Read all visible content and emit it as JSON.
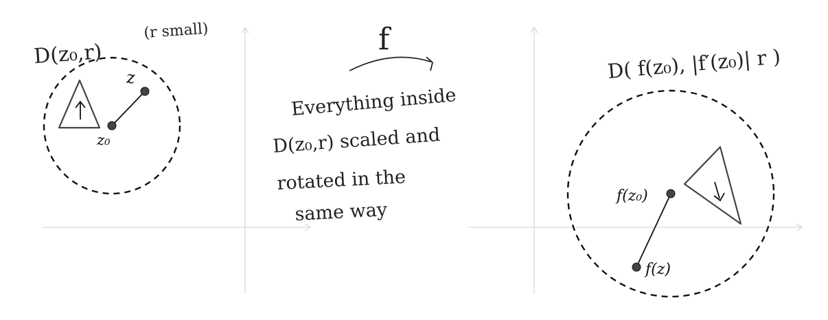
{
  "left_panel": {
    "disk_label": "D(z₀,r)",
    "note": "(r small)",
    "point_z_label": "z",
    "point_z0_label": "z₀"
  },
  "middle": {
    "map_label": "f",
    "caption_lines": [
      "Everything inside",
      "D(z₀,r) scaled and",
      "rotated in the",
      "same way"
    ]
  },
  "right_panel": {
    "disk_label": "D( f(z₀), |f′(z₀)| r )",
    "point_fz0_label": "f(z₀)",
    "point_fz_label": "f(z)"
  }
}
